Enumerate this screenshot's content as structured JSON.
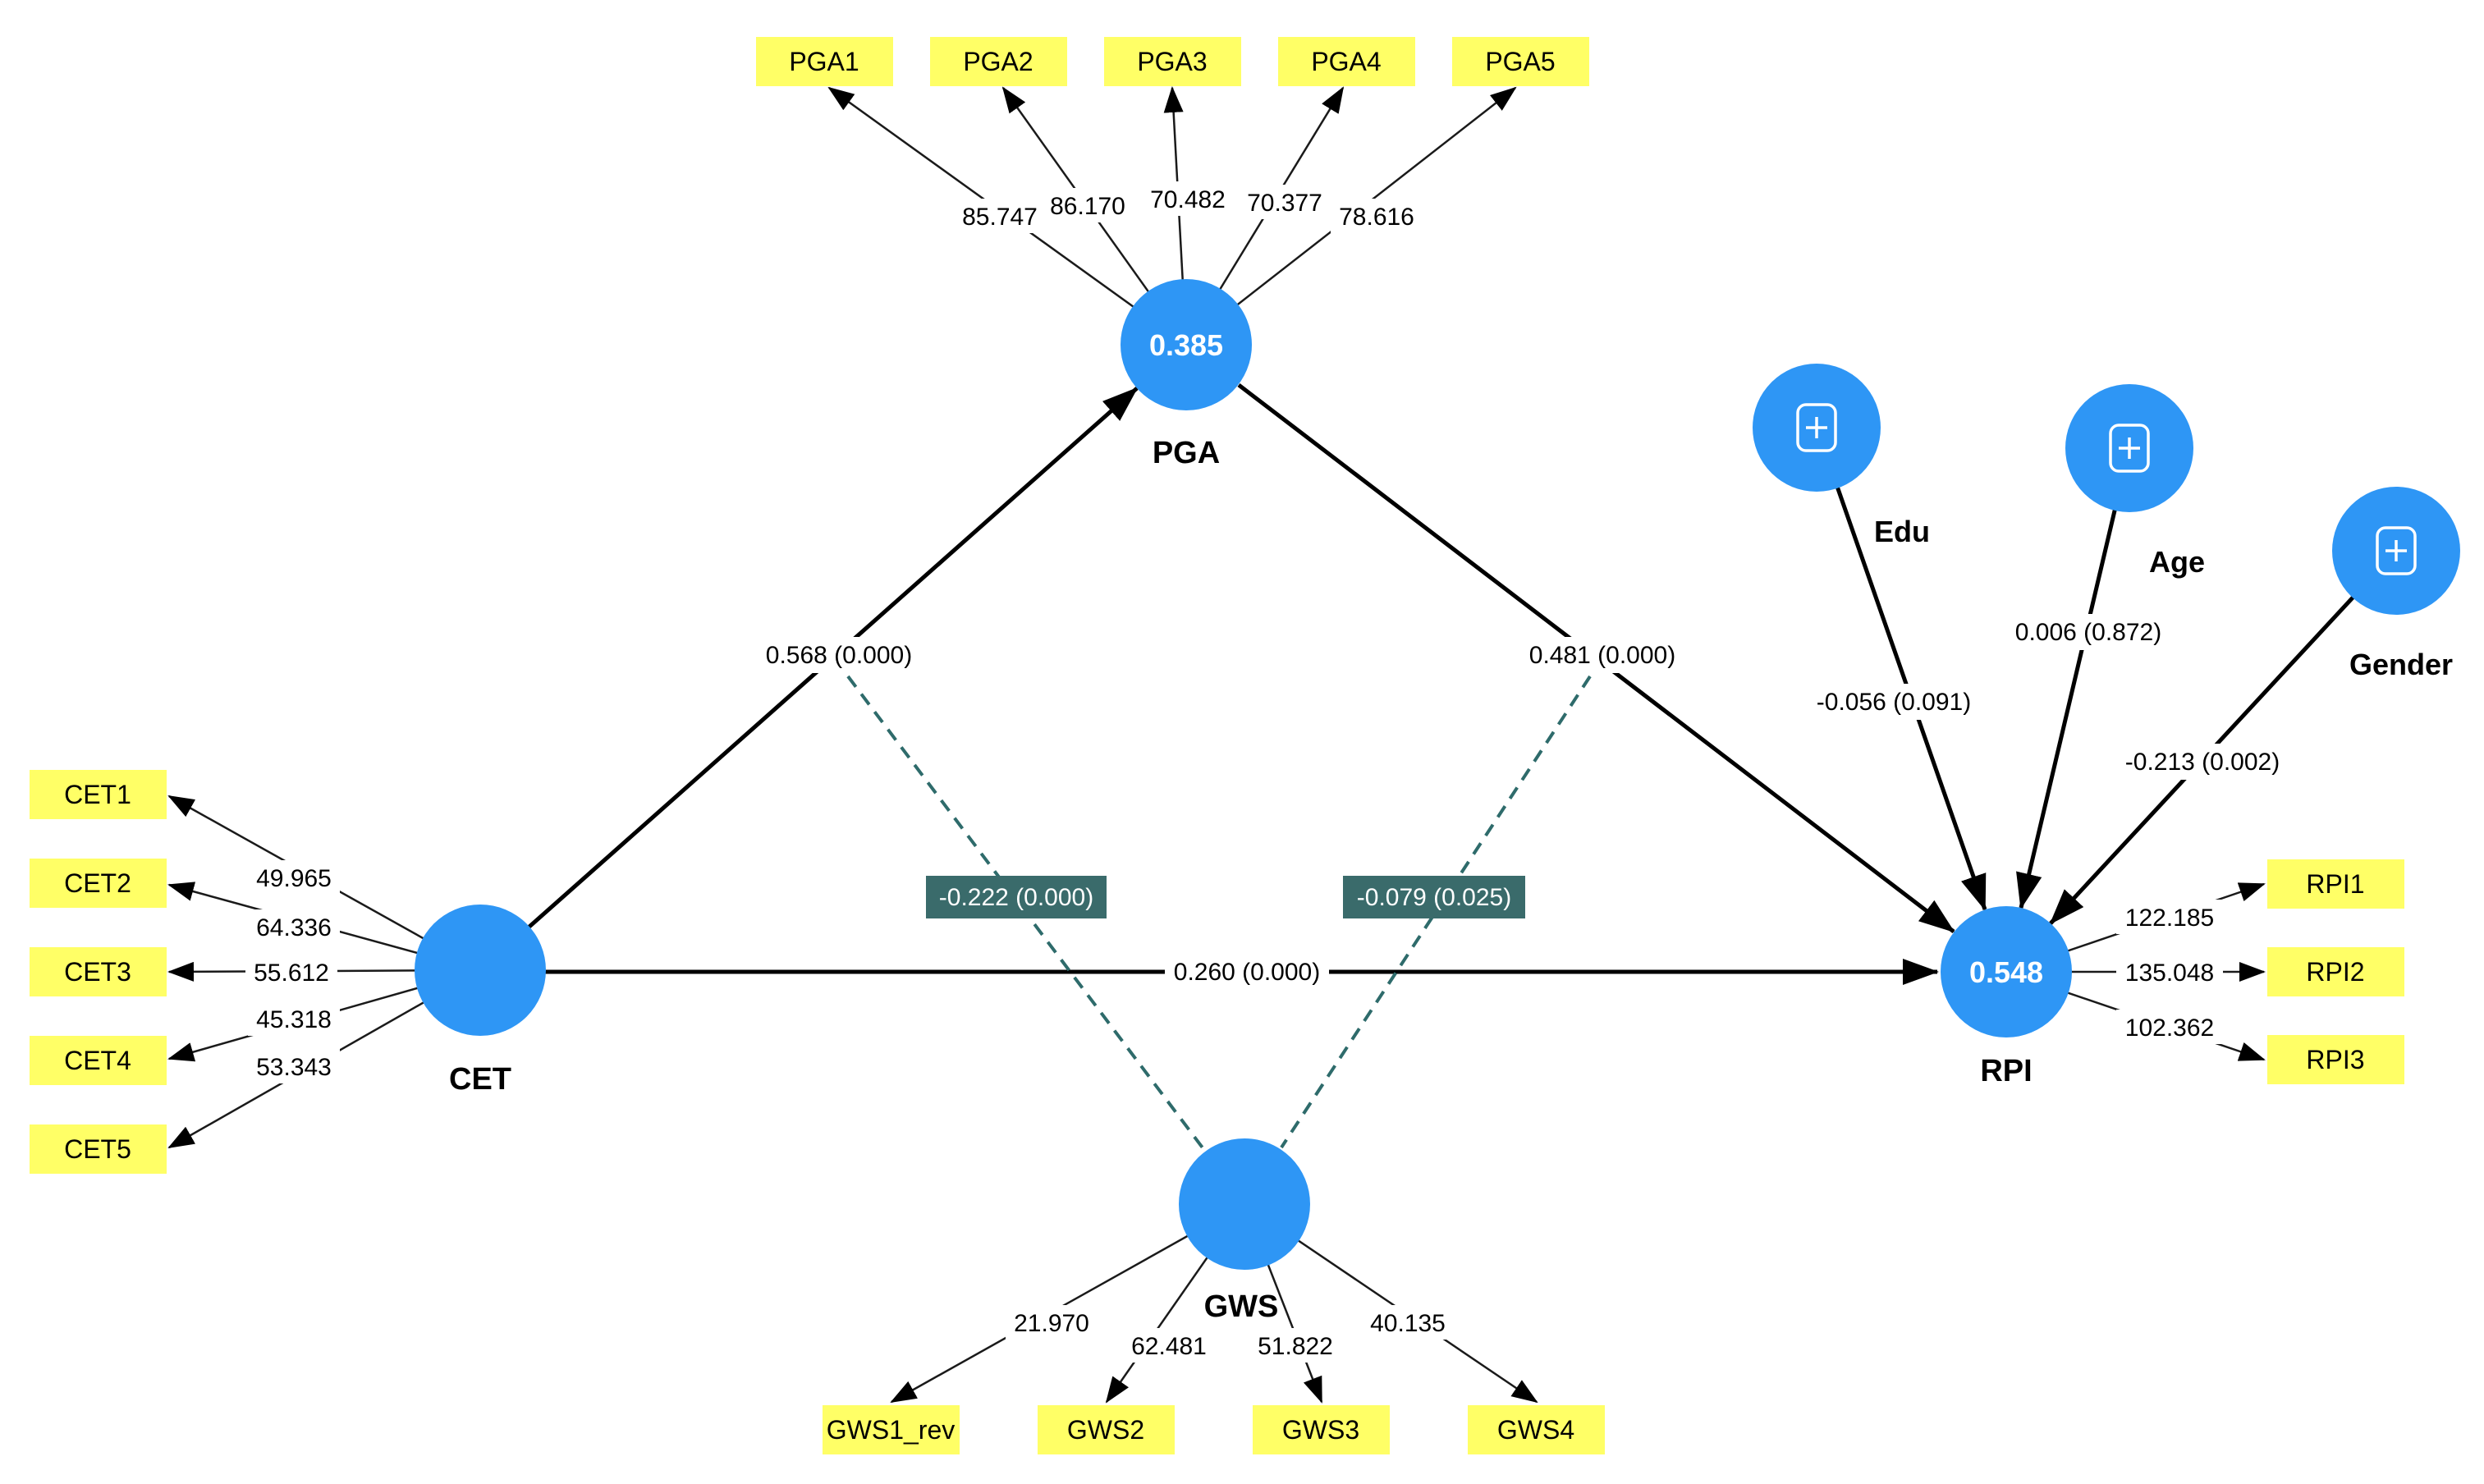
{
  "diagram": {
    "colors": {
      "construct_fill": "#2E96F5",
      "indicator_fill": "#FFFF66",
      "moderation_line": "#2E6B6B",
      "moderation_badge_bg": "#3A6B6B"
    },
    "constructs": {
      "cet": {
        "label": "CET"
      },
      "pga": {
        "label": "PGA",
        "r_squared": "0.385"
      },
      "gws": {
        "label": "GWS"
      },
      "rpi": {
        "label": "RPI",
        "r_squared": "0.548"
      }
    },
    "controls": {
      "edu": {
        "label": "Edu"
      },
      "age": {
        "label": "Age"
      },
      "gender": {
        "label": "Gender"
      }
    },
    "indicators": {
      "pga": [
        {
          "name": "PGA1",
          "loading": "85.747"
        },
        {
          "name": "PGA2",
          "loading": "86.170"
        },
        {
          "name": "PGA3",
          "loading": "70.482"
        },
        {
          "name": "PGA4",
          "loading": "70.377"
        },
        {
          "name": "PGA5",
          "loading": "78.616"
        }
      ],
      "cet": [
        {
          "name": "CET1",
          "loading": "49.965"
        },
        {
          "name": "CET2",
          "loading": "64.336"
        },
        {
          "name": "CET3",
          "loading": "55.612"
        },
        {
          "name": "CET4",
          "loading": "45.318"
        },
        {
          "name": "CET5",
          "loading": "53.343"
        }
      ],
      "gws": [
        {
          "name": "GWS1_rev",
          "loading": "21.970"
        },
        {
          "name": "GWS2",
          "loading": "62.481"
        },
        {
          "name": "GWS3",
          "loading": "51.822"
        },
        {
          "name": "GWS4",
          "loading": "40.135"
        }
      ],
      "rpi": [
        {
          "name": "RPI1",
          "loading": "122.185"
        },
        {
          "name": "RPI2",
          "loading": "135.048"
        },
        {
          "name": "RPI3",
          "loading": "102.362"
        }
      ]
    },
    "paths": {
      "cet_pga": "0.568 (0.000)",
      "pga_rpi": "0.481 (0.000)",
      "cet_rpi": "0.260 (0.000)",
      "edu_rpi": "-0.056 (0.091)",
      "age_rpi": "0.006 (0.872)",
      "gender_rpi": "-0.213 (0.002)",
      "gws_mod_cet_pga": "-0.222 (0.000)",
      "gws_mod_pga_rpi": "-0.079 (0.025)"
    }
  }
}
